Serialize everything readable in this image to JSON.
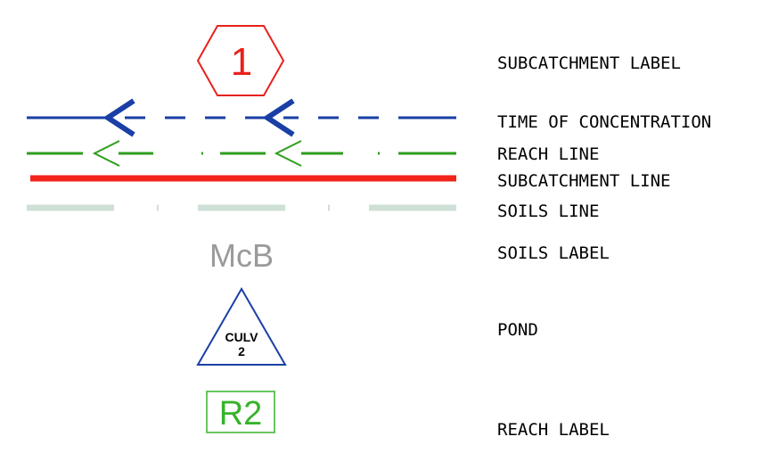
{
  "legend": {
    "items": [
      {
        "key": "subcatchment-label",
        "label": "SUBCATCHMENT LABEL",
        "symbol": "hexagon",
        "symbol_text": "1",
        "color": "#e8211b"
      },
      {
        "key": "time-of-concentration",
        "label": "TIME OF CONCENTRATION",
        "symbol": "dashed-line-with-arrows",
        "color": "#1a3fa6"
      },
      {
        "key": "reach-line",
        "label": "REACH LINE",
        "symbol": "dash-dot-line-with-arrows",
        "color": "#2e9e1e"
      },
      {
        "key": "subcatchment-line",
        "label": "SUBCATCHMENT LINE",
        "symbol": "solid-line",
        "color": "#f2231b"
      },
      {
        "key": "soils-line",
        "label": "SOILS LINE",
        "symbol": "dash-dot-line",
        "color": "#cfe0d6"
      },
      {
        "key": "soils-label",
        "label": "SOILS LABEL",
        "symbol": "text",
        "symbol_text": "McB",
        "color": "#9a9a9a"
      },
      {
        "key": "pond",
        "label": "POND",
        "symbol": "triangle",
        "symbol_text_line1": "CULV",
        "symbol_text_line2": "2",
        "color": "#1a3fa6"
      },
      {
        "key": "reach-label",
        "label": "REACH LABEL",
        "symbol": "square",
        "symbol_text": "R2",
        "color": "#37b32a"
      }
    ]
  }
}
